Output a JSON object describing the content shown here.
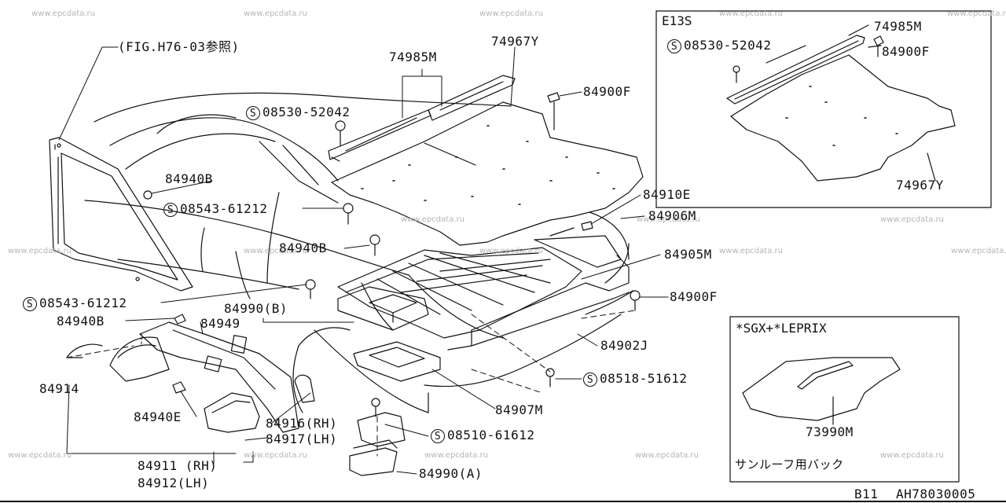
{
  "watermark": "www.epcdata.ru",
  "reference_note": "(FIG.H76-03参照)",
  "inset_e13s": {
    "title": "E13S",
    "labels": {
      "part_74985M": "74985M",
      "screw_08530_52042": "08530-52042",
      "part_84900F": "84900F",
      "part_74967Y": "74967Y"
    }
  },
  "inset_sgx": {
    "title": "*SGX+*LEPRIX",
    "part_73990M": "73990M",
    "caption": "サンルーフ用バック"
  },
  "screw_symbol": "S",
  "labels": {
    "part_74985M": "74985M",
    "part_74967Y": "74967Y",
    "screw_08530_52042": "08530-52042",
    "part_84900F_top": "84900F",
    "part_84940B_1": "84940B",
    "screw_08543_61212_1": "08543-61212",
    "part_84910E": "84910E",
    "part_84906M": "84906M",
    "part_84940B_2": "84940B",
    "part_84905M": "84905M",
    "screw_08543_61212_2": "08543-61212",
    "part_84990B": "84990(B)",
    "part_84900F_right": "84900F",
    "part_84940B_3": "84940B",
    "part_84949": "84949",
    "part_84902J": "84902J",
    "part_84914": "84914",
    "screw_08518_51612": "08518-51612",
    "part_84940E": "84940E",
    "part_84916RH": "84916(RH)",
    "part_84907M": "84907M",
    "part_84917LH": "84917(LH)",
    "screw_08510_61612": "08510-61612",
    "part_84911RH": "84911 (RH)",
    "part_84990A": "84990(A)",
    "part_84912LH": "84912(LH)"
  },
  "footer": {
    "page": "B11",
    "code": "AH78030005"
  }
}
